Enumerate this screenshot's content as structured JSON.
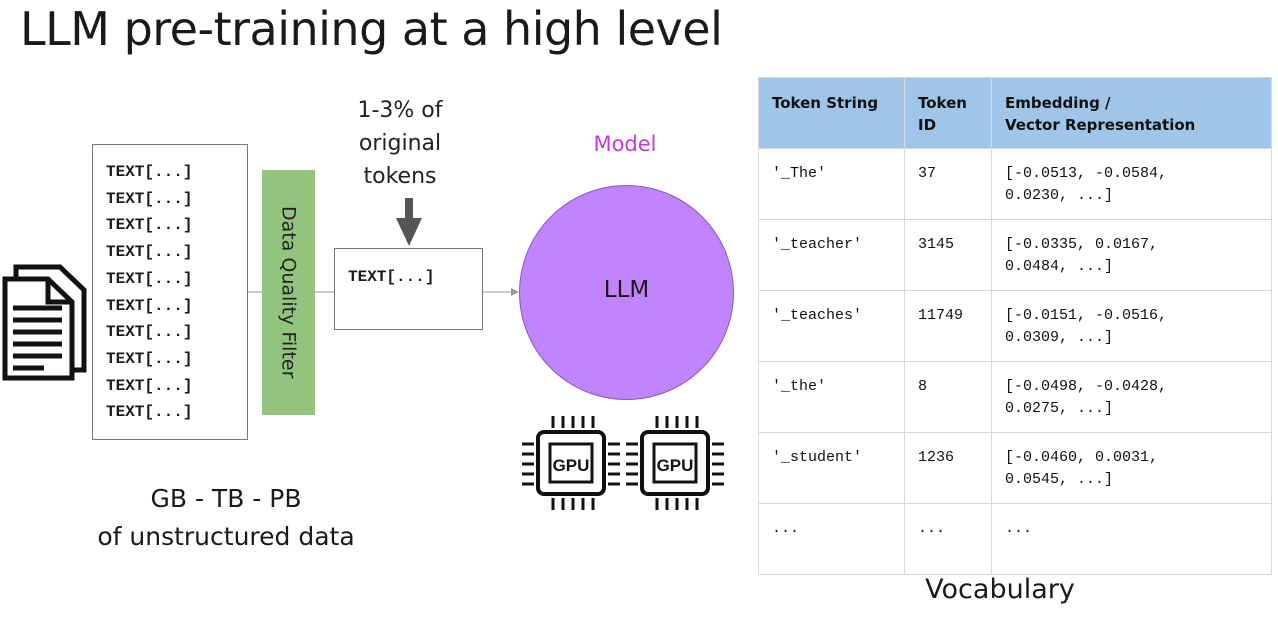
{
  "title": "LLM pre-training at a high level",
  "raw_data": {
    "icon": "document-stack-icon",
    "lines": [
      "TEXT[...]",
      "TEXT[...]",
      "TEXT[...]",
      "TEXT[...]",
      "TEXT[...]",
      "TEXT[...]",
      "TEXT[...]",
      "TEXT[...]",
      "TEXT[...]",
      "TEXT[...]"
    ],
    "size_label": "GB - TB - PB\nof unstructured data"
  },
  "filter": {
    "label": "Data Quality Filter",
    "color": "#93c47d"
  },
  "filtered": {
    "annotation": "1-3% of\noriginal\ntokens",
    "text": "TEXT[...]"
  },
  "model": {
    "label": "Model",
    "name": "LLM",
    "label_color": "#c33bd6",
    "circle_color": "#c084fc",
    "gpu_icons": [
      "GPU",
      "GPU"
    ]
  },
  "vocabulary": {
    "caption": "Vocabulary",
    "header_color": "#9fc5e8",
    "headers": [
      "Token String",
      "Token\nID",
      "Embedding /\nVector Representation"
    ],
    "rows": [
      [
        "'_The'",
        "37",
        "[-0.0513, -0.0584,\n0.0230, ...]"
      ],
      [
        "'_teacher'",
        "3145",
        "[-0.0335,  0.0167,\n0.0484, ...]"
      ],
      [
        "'_teaches'",
        "11749",
        "[-0.0151, -0.0516,\n0.0309, ...]"
      ],
      [
        "'_the'",
        "8",
        "[-0.0498, -0.0428,\n0.0275, ...]"
      ],
      [
        "'_student'",
        "1236",
        "[-0.0460,  0.0031,\n0.0545, ...]"
      ],
      [
        "...",
        "...",
        "..."
      ]
    ]
  }
}
